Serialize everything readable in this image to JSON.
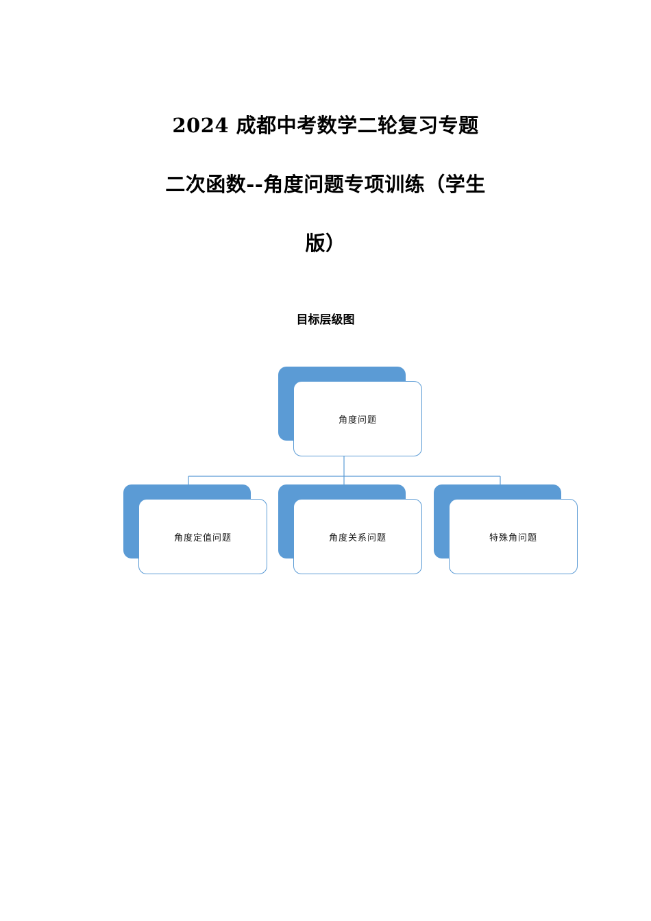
{
  "document": {
    "title_lines": [
      "2024 成都中考数学二轮复习专题",
      "二次函数--角度问题专项训练（学生",
      "版）"
    ],
    "diagram_caption": "目标层级图"
  },
  "diagram": {
    "type": "hierarchy",
    "accent_color": "#5B9BD5",
    "card_fill": "#FFFFFF",
    "root": {
      "label": "角度问题"
    },
    "children": [
      {
        "label": "角度定值问题"
      },
      {
        "label": "角度关系问题"
      },
      {
        "label": "特殊角问题"
      }
    ]
  }
}
